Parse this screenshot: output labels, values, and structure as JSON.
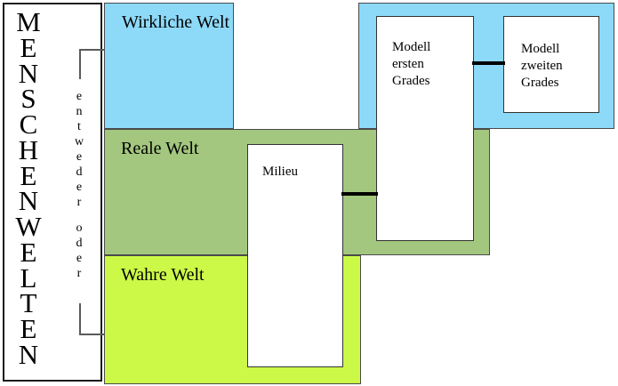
{
  "left_panel": {
    "vertical_title": "MENSCHENWELTEN"
  },
  "selector": {
    "word_top": "entweder",
    "word_bottom": "oder"
  },
  "worlds": {
    "wirkliche": {
      "label": "Wirkliche Welt"
    },
    "reale": {
      "label": "Reale Welt"
    },
    "wahre": {
      "label": "Wahre Welt"
    }
  },
  "models": {
    "milieu": {
      "label": "Milieu"
    },
    "first": {
      "lines": [
        "Modell",
        "ersten",
        "Grades"
      ]
    },
    "second": {
      "lines": [
        "Modell",
        "zweiten",
        "Grades"
      ]
    }
  },
  "colors": {
    "sky_blue": "#8dd9f8",
    "olive_green": "#a3c77e",
    "chartreuse": "#ccf947",
    "connector": "#000000",
    "bracket": "#5a5a5a"
  }
}
